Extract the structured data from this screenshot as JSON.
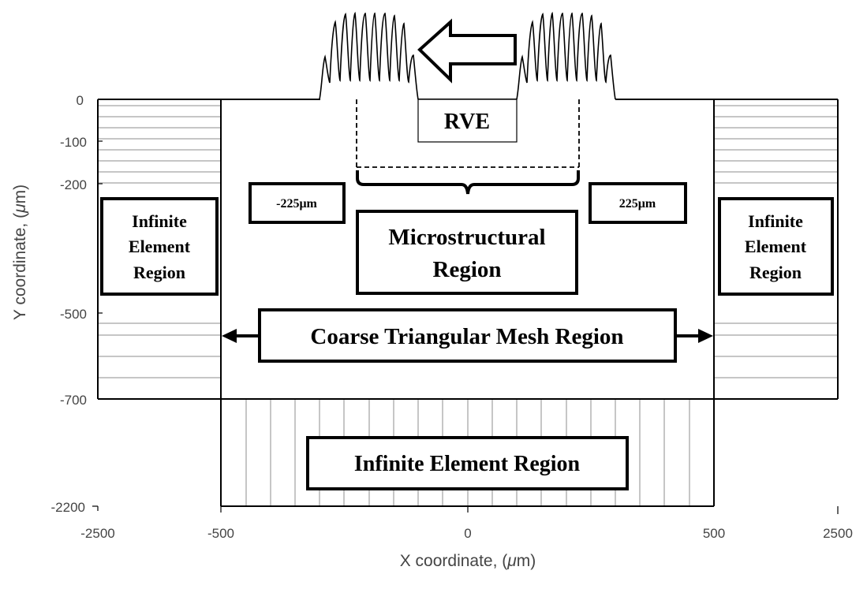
{
  "axes": {
    "x_title_text": "X coordinate, (",
    "x_title_mu": "μ",
    "x_title_end": "m)",
    "y_title_text": "Y coordinate, (",
    "y_title_mu": "μ",
    "y_title_end": "m)",
    "x_ticks": [
      "-2500",
      "-500",
      "0",
      "500",
      "2500"
    ],
    "y_ticks": [
      "0",
      "-100",
      "-200",
      "-500",
      "-700",
      "-2200"
    ]
  },
  "labels": {
    "rve": "RVE",
    "left_dim": "-225μm",
    "right_dim": "225μm",
    "micro_line1": "Microstructural",
    "micro_line2": "Region",
    "coarse": "Coarse Triangular Mesh Region",
    "bottom_infinite": "Infinite Element Region",
    "left_inf_1": "Infinite",
    "left_inf_2": "Element",
    "left_inf_3": "Region",
    "right_inf_1": "Infinite",
    "right_inf_2": "Element",
    "right_inf_3": "Region"
  },
  "colors": {
    "frame": "#000000",
    "mesh_lines": "#b4b4b4",
    "axis_text": "#444444"
  },
  "icons": {
    "move_arrow": "arrow-left-icon",
    "width_arrows": "double-arrow-icon",
    "brace": "brace-icon"
  }
}
